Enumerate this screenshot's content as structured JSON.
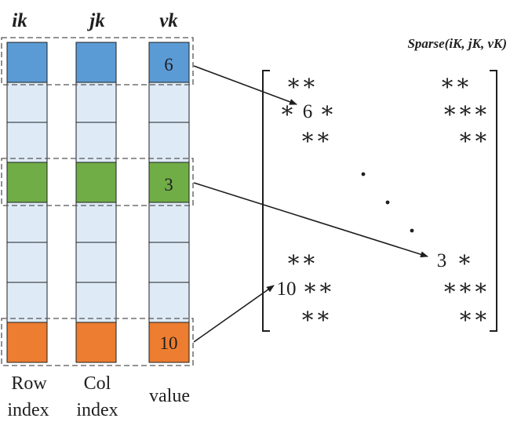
{
  "headers": {
    "ik": "ik",
    "jk": "jk",
    "vk": "vk"
  },
  "sparse_label": "Sparse(iK, jK, vK)",
  "cell_values": {
    "top": "6",
    "middle": "3",
    "bottom": "10"
  },
  "footer_labels": {
    "row_line1": "Row",
    "row_line2": "index",
    "col_line1": "Col",
    "col_line2": "index",
    "value": "value"
  },
  "matrix": {
    "r1_left": "∗∗",
    "r1_right": "∗∗",
    "r2_left_star": "∗",
    "r2_left_value": "6",
    "r2_left_star2": "∗",
    "r2_right": "∗∗∗",
    "r3_left": "∗∗",
    "r3_right": "∗∗",
    "r5_left": "∗∗",
    "r5_right_value": "3",
    "r5_right_star": "∗",
    "r6_left_value": "10",
    "r6_left_stars": "∗∗",
    "r6_right": "∗∗∗",
    "r7_left": "∗∗",
    "r7_right": "∗∗"
  },
  "colors": {
    "blue": "#5b9bd5",
    "light": "#deebf7",
    "green": "#70ad47",
    "orange": "#ed7d31",
    "stroke": "#1f1f1f"
  }
}
